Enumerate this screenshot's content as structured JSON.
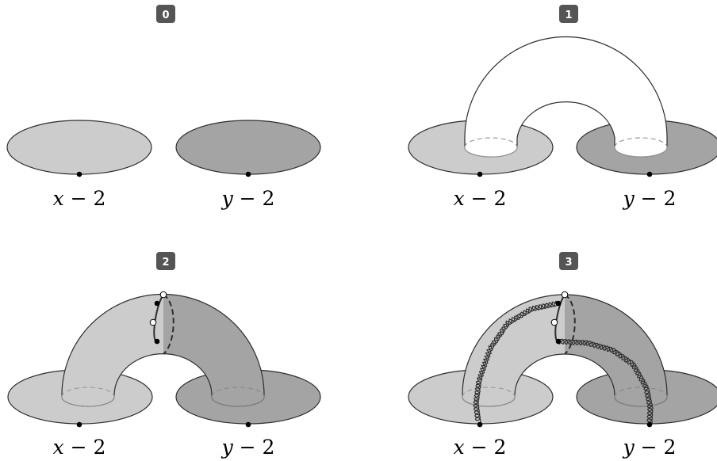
{
  "colors": {
    "light_disk": "#cccccc",
    "dark_disk": "#a4a4a4",
    "outline": "#2e2e2e",
    "hidden_edge": "#9a9a9a",
    "badge": "#555555",
    "tube_light": "#cccccc",
    "tube_dark": "#a4a4a4"
  },
  "panels": [
    {
      "badge": "0",
      "left_label": {
        "var": "x",
        "rest": " − 2"
      },
      "right_label": {
        "var": "y",
        "rest": " − 2"
      }
    },
    {
      "badge": "1",
      "left_label": {
        "var": "x",
        "rest": " − 2"
      },
      "right_label": {
        "var": "y",
        "rest": " − 2"
      }
    },
    {
      "badge": "2",
      "left_label": {
        "var": "x",
        "rest": " − 2"
      },
      "right_label": {
        "var": "y",
        "rest": " − 2"
      }
    },
    {
      "badge": "3",
      "left_label": {
        "var": "x",
        "rest": " − 2"
      },
      "right_label": {
        "var": "y",
        "rest": " − 2"
      }
    }
  ]
}
